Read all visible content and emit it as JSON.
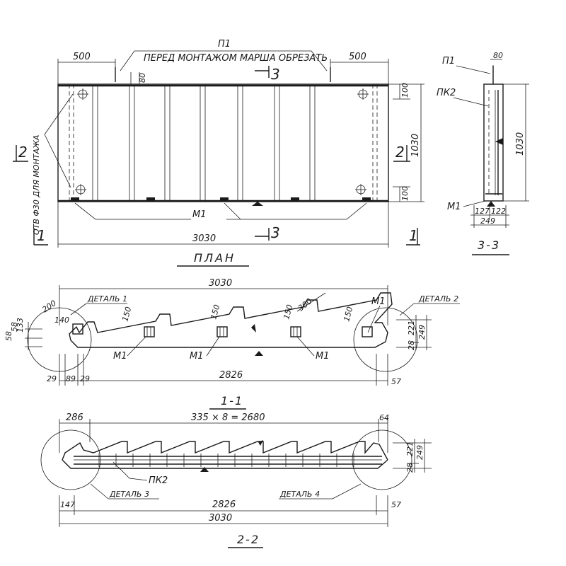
{
  "plan": {
    "title": "ПЛАН",
    "label_p1": "П1",
    "note_top": "ПЕРЕД МОНТАЖОМ МАРША ОБРЕЗАТЬ",
    "dim_left_500": "500",
    "dim_right_500": "500",
    "dim_80": "80",
    "dim_width": "3030",
    "dim_height": "1030",
    "dim_100_top": "100",
    "dim_100_bottom": "100",
    "label_m1": "М1",
    "side_note": "ОТВ Ф30 ДЛЯ МОНТАЖА",
    "section_3_top": "3",
    "section_3_bottom": "3",
    "section_2_left": "2",
    "section_2_right": "2",
    "section_1_left": "1",
    "section_1_right": "1"
  },
  "section33": {
    "title": "3-3",
    "label_p1": "П1",
    "label_pk2": "ПК2",
    "label_m1": "М1",
    "dim_80": "80",
    "dim_1030": "1030",
    "dim_127": "127",
    "dim_122": "122",
    "dim_249": "249"
  },
  "section11": {
    "title": "1-1",
    "dim_3030": "3030",
    "dim_2826": "2826",
    "detail_1": "ДЕТАЛЬ 1",
    "detail_2": "ДЕТАЛЬ 2",
    "dim_200": "200",
    "dim_140": "140",
    "dim_150_a": "150",
    "dim_150_b": "150",
    "dim_150_c": "150",
    "dim_150_d": "150",
    "dim_300": "300",
    "dim_58": "58",
    "dim_58b": "58",
    "dim_133": "133",
    "dim_29a": "29",
    "dim_89": "89",
    "dim_29b": "29",
    "dim_221": "221",
    "dim_249": "249",
    "dim_28": "28",
    "dim_57": "57",
    "label_m1_a": "М1",
    "label_m1_b": "М1",
    "label_m1_c": "М1",
    "label_m1_top": "М1"
  },
  "section22": {
    "title": "2-2",
    "dim_286": "286",
    "dim_steps": "335 × 8 = 2680",
    "dim_64": "64",
    "dim_221": "221",
    "dim_249": "249",
    "dim_28": "28",
    "dim_147": "147",
    "dim_2826": "2826",
    "dim_57": "57",
    "dim_3030": "3030",
    "label_pk2": "ПК2",
    "detail_3": "ДЕТАЛЬ 3",
    "detail_4": "ДЕТАЛЬ 4"
  }
}
